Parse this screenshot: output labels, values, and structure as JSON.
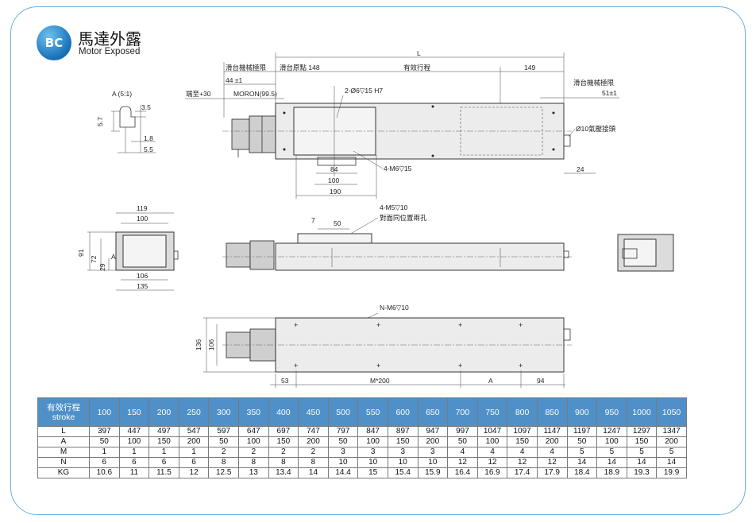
{
  "brand": {
    "logo_text": "BC",
    "title_cn": "馬達外露",
    "title_en": "Motor Exposed",
    "accent_color": "#1670b8",
    "frame_color": "#6ab0d8",
    "table_header_color": "#4f90c8"
  },
  "detail": {
    "title": "A (5:1)",
    "dims": [
      "3.5",
      "5.7",
      "1.8",
      "5.5"
    ]
  },
  "top_view": {
    "labels": {
      "L": "L",
      "mech_limit_left": "滑台機械極限",
      "dim_44": "44 ±1",
      "origin": "滑台原點 148",
      "effective_stroke": "有效行程",
      "dim_149": "149",
      "mech_limit_right": "滑台機械極限",
      "dim_51": "51±1",
      "end_stop": "端至+30",
      "moron": "MORON(99.5)",
      "hole_a": "2-Ø6▽15 H7",
      "air_joint": "Ø10氣壓接頭",
      "hole_b": "4-M6▽15",
      "dim_84": "84",
      "dim_100": "100",
      "dim_190": "190",
      "dim_24": "24"
    }
  },
  "end_view": {
    "dims": {
      "w119": "119",
      "w100": "100",
      "h91": "91",
      "h72": "72",
      "h29": "29",
      "a": "A",
      "w106": "106",
      "w135": "135"
    }
  },
  "side_view": {
    "labels": {
      "hole": "4-M5▽10",
      "note": "對面同位置兩孔",
      "dim_7": "7",
      "dim_50": "50"
    }
  },
  "bottom_view": {
    "labels": {
      "hole": "N-M6▽10",
      "dim_136": "136",
      "dim_106": "106",
      "dim_53": "53",
      "dim_m": "M*200",
      "dim_a": "A",
      "dim_94": "94"
    }
  },
  "spec_table": {
    "header_cn": "有效行程",
    "header_en": "stroke",
    "strokes": [
      "100",
      "150",
      "200",
      "250",
      "300",
      "350",
      "400",
      "450",
      "500",
      "550",
      "600",
      "650",
      "700",
      "750",
      "800",
      "850",
      "900",
      "950",
      "1000",
      "1050"
    ],
    "rows": [
      {
        "label": "L",
        "values": [
          "397",
          "447",
          "497",
          "547",
          "597",
          "647",
          "697",
          "747",
          "797",
          "847",
          "897",
          "947",
          "997",
          "1047",
          "1097",
          "1147",
          "1197",
          "1247",
          "1297",
          "1347"
        ]
      },
      {
        "label": "A",
        "values": [
          "50",
          "100",
          "150",
          "200",
          "50",
          "100",
          "150",
          "200",
          "50",
          "100",
          "150",
          "200",
          "50",
          "100",
          "150",
          "200",
          "50",
          "100",
          "150",
          "200"
        ]
      },
      {
        "label": "M",
        "values": [
          "1",
          "1",
          "1",
          "1",
          "2",
          "2",
          "2",
          "2",
          "3",
          "3",
          "3",
          "3",
          "4",
          "4",
          "4",
          "4",
          "5",
          "5",
          "5",
          "5"
        ]
      },
      {
        "label": "N",
        "values": [
          "6",
          "6",
          "6",
          "6",
          "8",
          "8",
          "8",
          "8",
          "10",
          "10",
          "10",
          "10",
          "12",
          "12",
          "12",
          "12",
          "14",
          "14",
          "14",
          "14"
        ]
      },
      {
        "label": "KG",
        "values": [
          "10.6",
          "11",
          "11.5",
          "12",
          "12.5",
          "13",
          "13.4",
          "14",
          "14.4",
          "15",
          "15.4",
          "15.9",
          "16.4",
          "16.9",
          "17.4",
          "17.9",
          "18.4",
          "18.9",
          "19.3",
          "19.9"
        ]
      }
    ]
  }
}
